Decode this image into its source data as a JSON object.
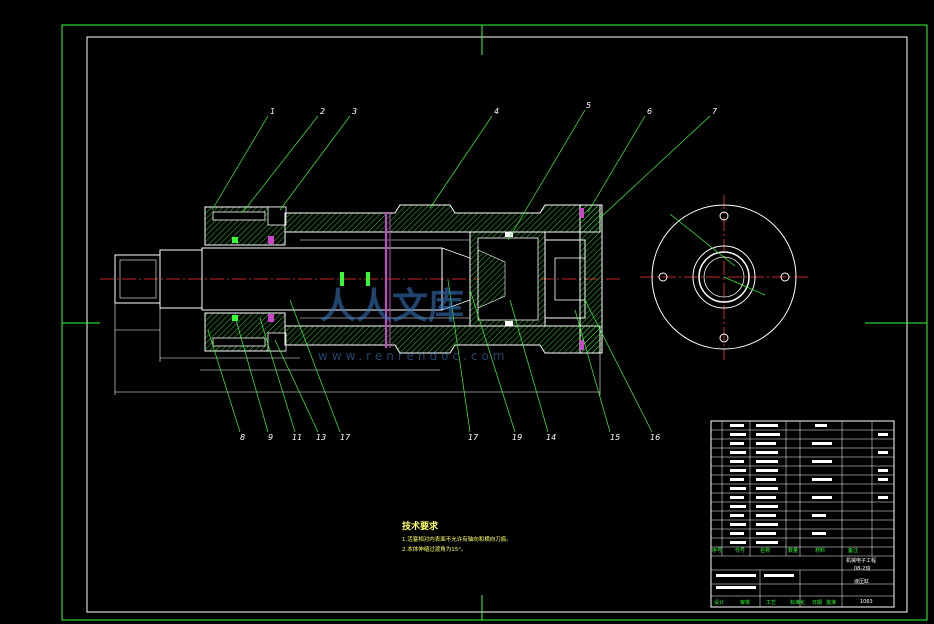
{
  "drawing": {
    "part_labels_top": [
      "1",
      "2",
      "3",
      "4",
      "5",
      "6",
      "7"
    ],
    "part_labels_bottom": [
      "8",
      "9",
      "11",
      "13",
      "17",
      "17",
      "19",
      "14",
      "15",
      "16"
    ],
    "tech_requirements": {
      "title": "技术要求",
      "lines": [
        "1.活塞相对内表面不允许有轴向和横向刀痕。",
        "2.本体伸缩过渡角为15°。"
      ]
    },
    "title_block": {
      "title_main": "机械电子工程",
      "title_sub": "08-2班",
      "drawing_name": "液压缸",
      "drawing_no": "1063",
      "col_headers": [
        "序号",
        "代号",
        "名称",
        "数量",
        "材料",
        "备注"
      ],
      "footer_labels": [
        "设计",
        "审核",
        "工艺",
        "标准化",
        "日期",
        "批准"
      ]
    },
    "watermark": {
      "text": "人人文库",
      "url": "www.renrendoc.com"
    },
    "colors": {
      "frame": "#33ff33",
      "outline": "#ffffff",
      "leader": "#33ff33",
      "centerline": "#ff3333",
      "hatch": "#33ff33",
      "seal": "#cc44cc",
      "text": "#ffff66",
      "dimension": "#ffffff"
    }
  }
}
